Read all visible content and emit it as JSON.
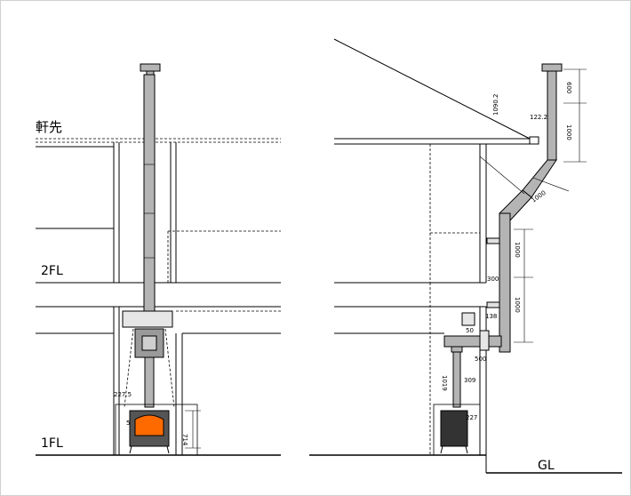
{
  "labels": {
    "eaves": "軒先",
    "floor2": "2FL",
    "floor1": "1FL",
    "ground": "GL"
  },
  "dimensions": {
    "left_227": "227.5",
    "left_714": "714",
    "left_5": "5",
    "r_1090": "1090.2",
    "r_122": "122.2",
    "r_600": "600",
    "r_1000a": "1000",
    "r_1000b": "1000",
    "r_1000c": "1000",
    "r_1000d": "1000",
    "r_300": "300",
    "r_138": "138",
    "r_50": "50",
    "r_500": "500",
    "r_309": "309",
    "r_1019": "1019",
    "r_227": "227"
  },
  "colors": {
    "pipe": "#b4b4b4",
    "stove_dark": "#333333",
    "fire": "#ff6a00"
  }
}
